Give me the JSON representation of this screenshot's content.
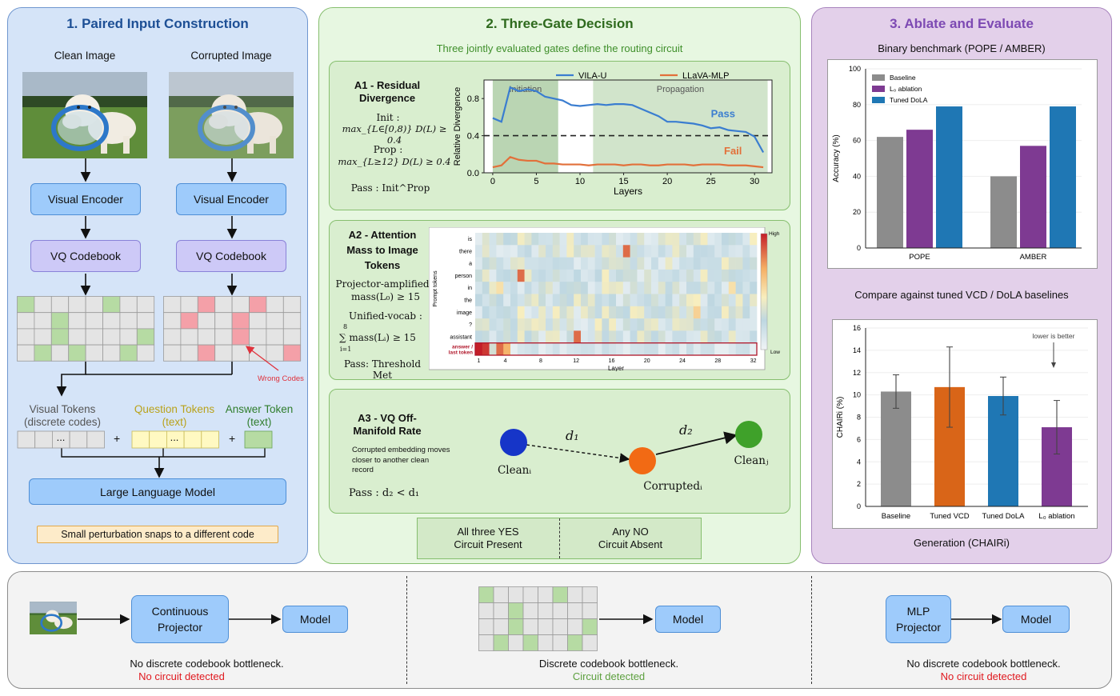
{
  "panel1": {
    "title": "1. Paired Input Construction",
    "clean_label": "Clean Image",
    "corrupted_label": "Corrupted Image",
    "encoder": "Visual Encoder",
    "codebook": "VQ Codebook",
    "wrong_codes": "Wrong Codes",
    "visual_tokens": "Visual Tokens\n(discrete codes)",
    "question_tokens": "Question Tokens\n(text)",
    "answer_token": "Answer Token\n(text)",
    "ellipsis": "...",
    "plus": "+",
    "llm": "Large Language Model",
    "note": "Small perturbation snaps to a different code"
  },
  "panel2": {
    "title": "2. Three-Gate Decision",
    "subtitle": "Three jointly evaluated gates define the routing circuit",
    "a1": {
      "title": "A1 - Residual Divergence",
      "init_label": "Init :",
      "init_formula": "max_{L∈[0,8)} D(L) ≥ 0.4",
      "prop_label": "Prop :",
      "prop_formula": "max_{L≥12} D(L) ≥ 0.4",
      "pass": "Pass : Init^Prop"
    },
    "a2": {
      "title": "A2 - Attention Mass to Image Tokens",
      "f1_label": "Projector-amplified :",
      "f1": "mass(L₀) ≥ 15",
      "f2_label": "Unified-vocab :",
      "f2": "∑ mass(Lᵢ) ≥ 15",
      "f2_sup": "8",
      "f2_sub": "i=1",
      "pass": "Pass: Threshold Met"
    },
    "a3": {
      "title": "A3 - VQ Off-Manifold Rate",
      "desc": "Corrupted embedding moves closer to another clean record",
      "pass": "Pass : d₂ < d₁",
      "d1": "d₁",
      "d2": "d₂",
      "clean_i": "Cleanᵢ",
      "corrupted_i": "Corruptedᵢ",
      "clean_j": "Cleanⱼ"
    },
    "decision_yes": "All three YES\nCircuit Present",
    "decision_no": "Any NO\nCircuit Absent"
  },
  "panel3": {
    "title": "3. Ablate and Evaluate",
    "binary_title": "Binary benchmark (POPE / AMBER)",
    "compare_title": "Compare against tuned VCD / DoLA baselines",
    "generation_title": "Generation (CHAIRi)",
    "lower_better": "lower is better"
  },
  "bottom": {
    "s1_box": "Continuous\nProjector",
    "s1_model": "Model",
    "s1_text": "No discrete codebook bottleneck.",
    "s1_result": "No circuit detected",
    "s2_model": "Model",
    "s2_text": "Discrete codebook bottleneck.",
    "s2_result": "Circuit detected",
    "s3_box": "MLP\nProjector",
    "s3_model": "Model",
    "s3_text": "No discrete codebook bottleneck.",
    "s3_result": "No circuit detected"
  },
  "colors": {
    "green_code": "#b6dba3",
    "red_code": "#f4a0a8",
    "vila": "#3a7dd0",
    "llava": "#e2703a",
    "baseline": "#8c8c8c",
    "l0": "#7e3a92",
    "dola": "#1f77b4",
    "vcd": "#d96518"
  },
  "chart_data": [
    {
      "type": "line",
      "title": "",
      "xlabel": "Layers",
      "ylabel": "Relative Divergence",
      "xlim": [
        -1,
        32
      ],
      "ylim": [
        0,
        1.0
      ],
      "xticks": [
        0,
        5,
        10,
        15,
        20,
        25,
        30
      ],
      "yticks": [
        0.0,
        0.4,
        0.8
      ],
      "threshold": 0.4,
      "regions": [
        {
          "label": "Initiation",
          "range": [
            0,
            7.5
          ]
        },
        {
          "label": "Propagation",
          "range": [
            11.5,
            31.5
          ]
        }
      ],
      "annotations": [
        "Pass",
        "Fail"
      ],
      "legend": "top",
      "series": [
        {
          "name": "VILA-U",
          "x": [
            0,
            1,
            2,
            3,
            4,
            5,
            6,
            7,
            8,
            9,
            10,
            11,
            12,
            13,
            14,
            15,
            16,
            17,
            18,
            19,
            20,
            21,
            22,
            23,
            24,
            25,
            26,
            27,
            28,
            29,
            30,
            31
          ],
          "values": [
            0.59,
            0.55,
            0.92,
            0.88,
            0.9,
            0.88,
            0.82,
            0.8,
            0.78,
            0.73,
            0.72,
            0.73,
            0.74,
            0.73,
            0.74,
            0.74,
            0.73,
            0.69,
            0.65,
            0.61,
            0.55,
            0.55,
            0.54,
            0.53,
            0.51,
            0.48,
            0.49,
            0.46,
            0.45,
            0.44,
            0.39,
            0.22
          ]
        },
        {
          "name": "LLaVA-MLP",
          "x": [
            0,
            1,
            2,
            3,
            4,
            5,
            6,
            7,
            8,
            9,
            10,
            11,
            12,
            13,
            14,
            15,
            16,
            17,
            18,
            19,
            20,
            21,
            22,
            23,
            24,
            25,
            26,
            27,
            28,
            29,
            30,
            31
          ],
          "values": [
            0.06,
            0.08,
            0.17,
            0.14,
            0.13,
            0.13,
            0.1,
            0.1,
            0.09,
            0.09,
            0.09,
            0.08,
            0.09,
            0.09,
            0.09,
            0.08,
            0.09,
            0.09,
            0.08,
            0.08,
            0.09,
            0.09,
            0.09,
            0.08,
            0.09,
            0.09,
            0.09,
            0.08,
            0.08,
            0.08,
            0.07,
            0.06
          ]
        }
      ]
    },
    {
      "type": "heatmap",
      "title": "",
      "xlabel": "Layer",
      "ylabel": "Prompt tokens",
      "rows": [
        "is",
        "there",
        "a",
        "person",
        "in",
        "the",
        "image",
        "?",
        "assistant",
        "answer / last token"
      ],
      "xticks": [
        1,
        4,
        8,
        12,
        16,
        20,
        24,
        28,
        32
      ],
      "colorbar": [
        "High",
        "Low"
      ],
      "hot_cells": [
        {
          "row": "there",
          "layer": 18,
          "value": 0.85
        },
        {
          "row": "person",
          "layer": 6,
          "value": 0.85
        },
        {
          "row": "in",
          "layer": 3,
          "value": 0.55
        },
        {
          "row": "in",
          "layer": 30,
          "value": 0.55
        },
        {
          "row": "image",
          "layer": 26,
          "value": 0.6
        },
        {
          "row": "assistant",
          "layer": 12,
          "value": 0.85
        },
        {
          "row": "answer / last token",
          "layer": 1,
          "value": 1.0
        },
        {
          "row": "answer / last token",
          "layer": 2,
          "value": 0.95
        },
        {
          "row": "answer / last token",
          "layer": 3,
          "value": 0.85
        },
        {
          "row": "answer / last token",
          "layer": 4,
          "value": 0.7
        }
      ]
    },
    {
      "type": "bar",
      "title": "",
      "xlabel": "",
      "ylabel": "Accuracy (%)",
      "ylim": [
        0,
        100
      ],
      "yticks": [
        0,
        20,
        40,
        60,
        80,
        100
      ],
      "legend": "top-left",
      "categories": [
        "POPE",
        "AMBER"
      ],
      "series": [
        {
          "name": "Baseline",
          "values": [
            62,
            40
          ]
        },
        {
          "name": "L₀ ablation",
          "values": [
            66,
            57
          ]
        },
        {
          "name": "Tuned DoLA",
          "values": [
            79,
            79
          ]
        }
      ]
    },
    {
      "type": "bar",
      "title": "",
      "xlabel": "",
      "ylabel": "CHAIRi (%)",
      "ylim": [
        0,
        16
      ],
      "yticks": [
        0,
        2,
        4,
        6,
        8,
        10,
        12,
        14,
        16
      ],
      "categories": [
        "Baseline",
        "Tuned VCD",
        "Tuned DoLA",
        "L₀ ablation"
      ],
      "values": [
        10.3,
        10.7,
        9.9,
        7.1
      ],
      "error": [
        1.5,
        3.6,
        1.7,
        2.4
      ]
    }
  ]
}
